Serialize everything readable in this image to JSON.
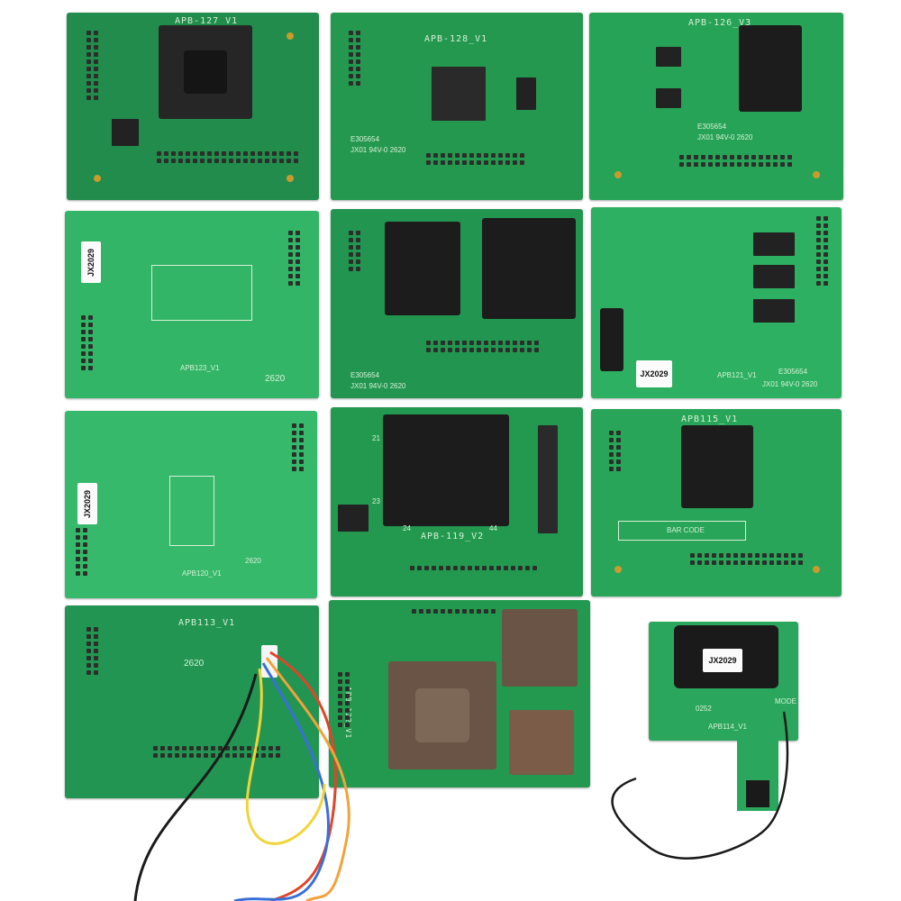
{
  "photo": {
    "colors": {
      "background": "#ffffff",
      "pcb_dark": "#1f8a4a",
      "pcb_mid": "#25a35a",
      "pcb_light": "#35b86a",
      "socket": "#1c1c1c",
      "plcc_brown": "#6a5446",
      "wire_red": "#e0442a",
      "wire_orange": "#f2a23a",
      "wire_blue": "#3a6fd8",
      "wire_yellow": "#f0d43a",
      "wire_black": "#1a1a1a"
    },
    "boards": [
      {
        "id": "b1",
        "label": "APB-127_V1",
        "sticker": ""
      },
      {
        "id": "b2",
        "label": "APB-128_V1",
        "marking": "E305654",
        "marking2": "JX01 94V-0 2620"
      },
      {
        "id": "b3",
        "label": "APB-126_V3",
        "marking": "E305654",
        "marking2": "JX01 94V-0 2620"
      },
      {
        "id": "b4",
        "label": "APB123_V1",
        "sticker": "JX2029",
        "marking": "2620"
      },
      {
        "id": "b5",
        "label": "",
        "marking": "E305654",
        "marking2": "JX01 94V-0 2620"
      },
      {
        "id": "b6",
        "label": "APB121_V1",
        "sticker": "JX2029",
        "marking": "E305654",
        "marking2": "JX01 94V-0 2620"
      },
      {
        "id": "b7",
        "label": "APB120_V1",
        "sticker": "JX2029",
        "marking": "2620"
      },
      {
        "id": "b8",
        "label": "APB-119_V2",
        "pin_left_top": "21",
        "pin_left_bottom": "23",
        "pin_bottom_left": "24",
        "pin_bottom_right": "44"
      },
      {
        "id": "b9",
        "label": "APB115_V1",
        "bar_code": "BAR CODE"
      },
      {
        "id": "b10",
        "label": "APB113_V1",
        "marking": "2620"
      },
      {
        "id": "b11",
        "label": "APB-122_V1"
      },
      {
        "id": "b12",
        "label": "APB114_V1",
        "sticker": "JX2029",
        "marking": "0252",
        "marking2": "MODE"
      }
    ]
  }
}
